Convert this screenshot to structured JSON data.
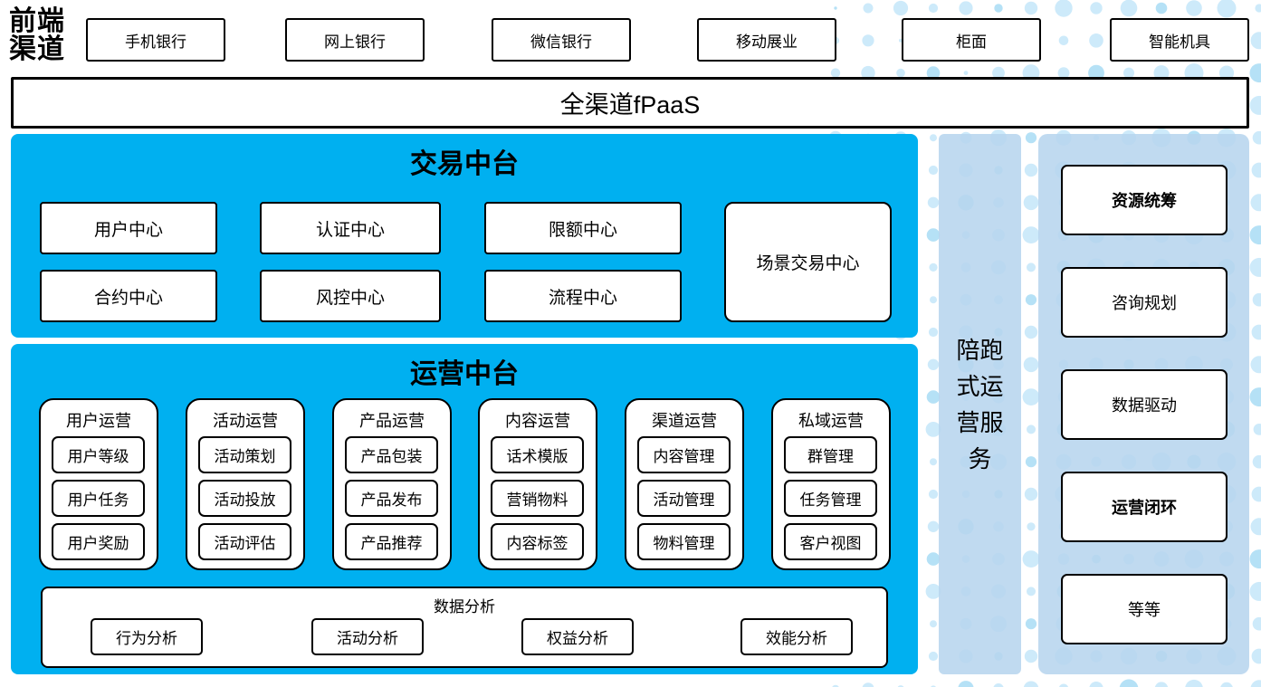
{
  "theme": {
    "bright_blue": "#00b0f0",
    "light_blue": "#bdd7ee",
    "dot_color_1": "#cdeafa",
    "dot_color_2": "#b5e1f6",
    "border_color": "#000000"
  },
  "front_channels": {
    "label": "前端渠道",
    "items": [
      "手机银行",
      "网上银行",
      "微信银行",
      "移动展业",
      "柜面",
      "智能机具"
    ]
  },
  "fpaas": {
    "label": "全渠道fPaaS"
  },
  "trade_platform": {
    "title": "交易中台",
    "centers": [
      "用户中心",
      "认证中心",
      "限额中心",
      "合约中心",
      "风控中心",
      "流程中心"
    ],
    "scene_center": "场景交易中心"
  },
  "operation_platform": {
    "title": "运营中台",
    "columns": [
      {
        "title": "用户运营",
        "items": [
          "用户等级",
          "用户任务",
          "用户奖励"
        ]
      },
      {
        "title": "活动运营",
        "items": [
          "活动策划",
          "活动投放",
          "活动评估"
        ]
      },
      {
        "title": "产品运营",
        "items": [
          "产品包装",
          "产品发布",
          "产品推荐"
        ]
      },
      {
        "title": "内容运营",
        "items": [
          "话术模版",
          "营销物料",
          "内容标签"
        ]
      },
      {
        "title": "渠道运营",
        "items": [
          "内容管理",
          "活动管理",
          "物料管理"
        ]
      },
      {
        "title": "私域运营",
        "items": [
          "群管理",
          "任务管理",
          "客户视图"
        ]
      }
    ],
    "data_analysis": {
      "title": "数据分析",
      "items": [
        "行为分析",
        "活动分析",
        "权益分析",
        "效能分析"
      ]
    }
  },
  "side_bar": {
    "label": "陪跑式运营服务"
  },
  "right_panel": {
    "items": [
      {
        "label": "资源统筹",
        "bold": true
      },
      {
        "label": "咨询规划",
        "bold": false
      },
      {
        "label": "数据驱动",
        "bold": false
      },
      {
        "label": "运营闭环",
        "bold": true
      },
      {
        "label": "等等",
        "bold": false
      }
    ]
  }
}
